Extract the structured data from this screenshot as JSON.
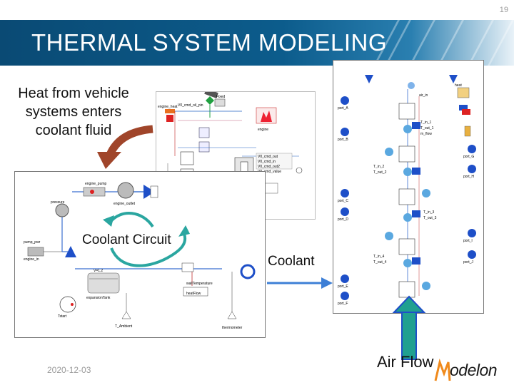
{
  "page_number": "19",
  "title": "THERMAL SYSTEM MODELING",
  "callouts": {
    "heat_text": "Heat from vehicle systems enters coolant fluid",
    "coolant_circuit": "Coolant Circuit",
    "coolant": "Coolant",
    "air_flow": "Air Flow"
  },
  "footer": {
    "date": "2020-12-03"
  },
  "logo": {
    "brand": "modelon",
    "text": "odelon"
  },
  "colors": {
    "title_bar": "#0c5c8c",
    "heat_arrow": "#a0452a",
    "cycle_arrows": "#2aa6a0",
    "coolant_arrow": "#3d7fd6",
    "air_arrow": "#20a090",
    "logo_accent": "#f08a1c",
    "component_blue": "#1e4fc8"
  },
  "diagram_left": {
    "labels": [
      "engine_pump",
      "engine_outlet",
      "pressure",
      "pump_pwr",
      "engine_in",
      "V=1.2",
      "expansionTank",
      "wallTemperature",
      "thermometer",
      "heatFlow",
      "Tstart",
      "T_Ambient"
    ]
  },
  "diagram_top": {
    "labels": [
      "V0_cmd_oil_pin",
      "engine_heat",
      "Fixed",
      "engine",
      "V0_cmd_out",
      "V0_cmd_in",
      "V0_cmd_out2",
      "V0_cmd_value"
    ]
  },
  "diagram_right": {
    "ports_left": [
      "port_A",
      "port_B",
      "port_C",
      "port_D",
      "port_E",
      "port_F"
    ],
    "ports_right": [
      "port_G",
      "port_H",
      "port_I",
      "port_J"
    ],
    "labels": [
      "air_in",
      "heat",
      "T_in_1",
      "T_out_1",
      "m_flow",
      "T_in_2",
      "T_out_2",
      "T_in_3",
      "T_out_3",
      "T_in_4",
      "T_out_4"
    ]
  }
}
